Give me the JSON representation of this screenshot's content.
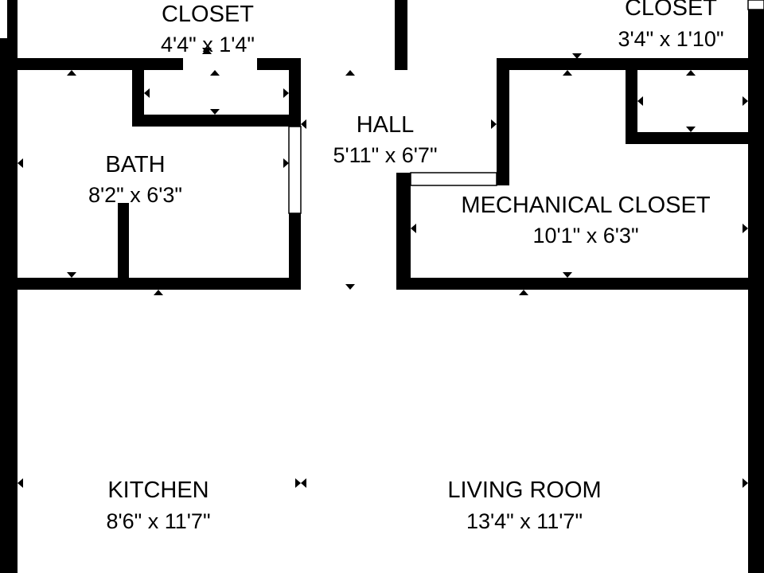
{
  "floor_plan": {
    "colors": {
      "wall": "#000000",
      "background": "#ffffff"
    },
    "rooms": {
      "closet_left": {
        "name": "CLOSET",
        "dims": "4'4\" x 1'4\""
      },
      "closet_right": {
        "name": "CLOSET",
        "dims": "3'4\" x 1'10\""
      },
      "hall": {
        "name": "HALL",
        "dims": "5'11\" x 6'7\""
      },
      "bath": {
        "name": "BATH",
        "dims": "8'2\" x 6'3\""
      },
      "mechanical": {
        "name": "MECHANICAL CLOSET",
        "dims": "10'1\" x 6'3\""
      },
      "kitchen": {
        "name": "KITCHEN",
        "dims": "8'6\" x 11'7\""
      },
      "living": {
        "name": "LIVING ROOM",
        "dims": "13'4\" x 11'7\""
      }
    }
  }
}
